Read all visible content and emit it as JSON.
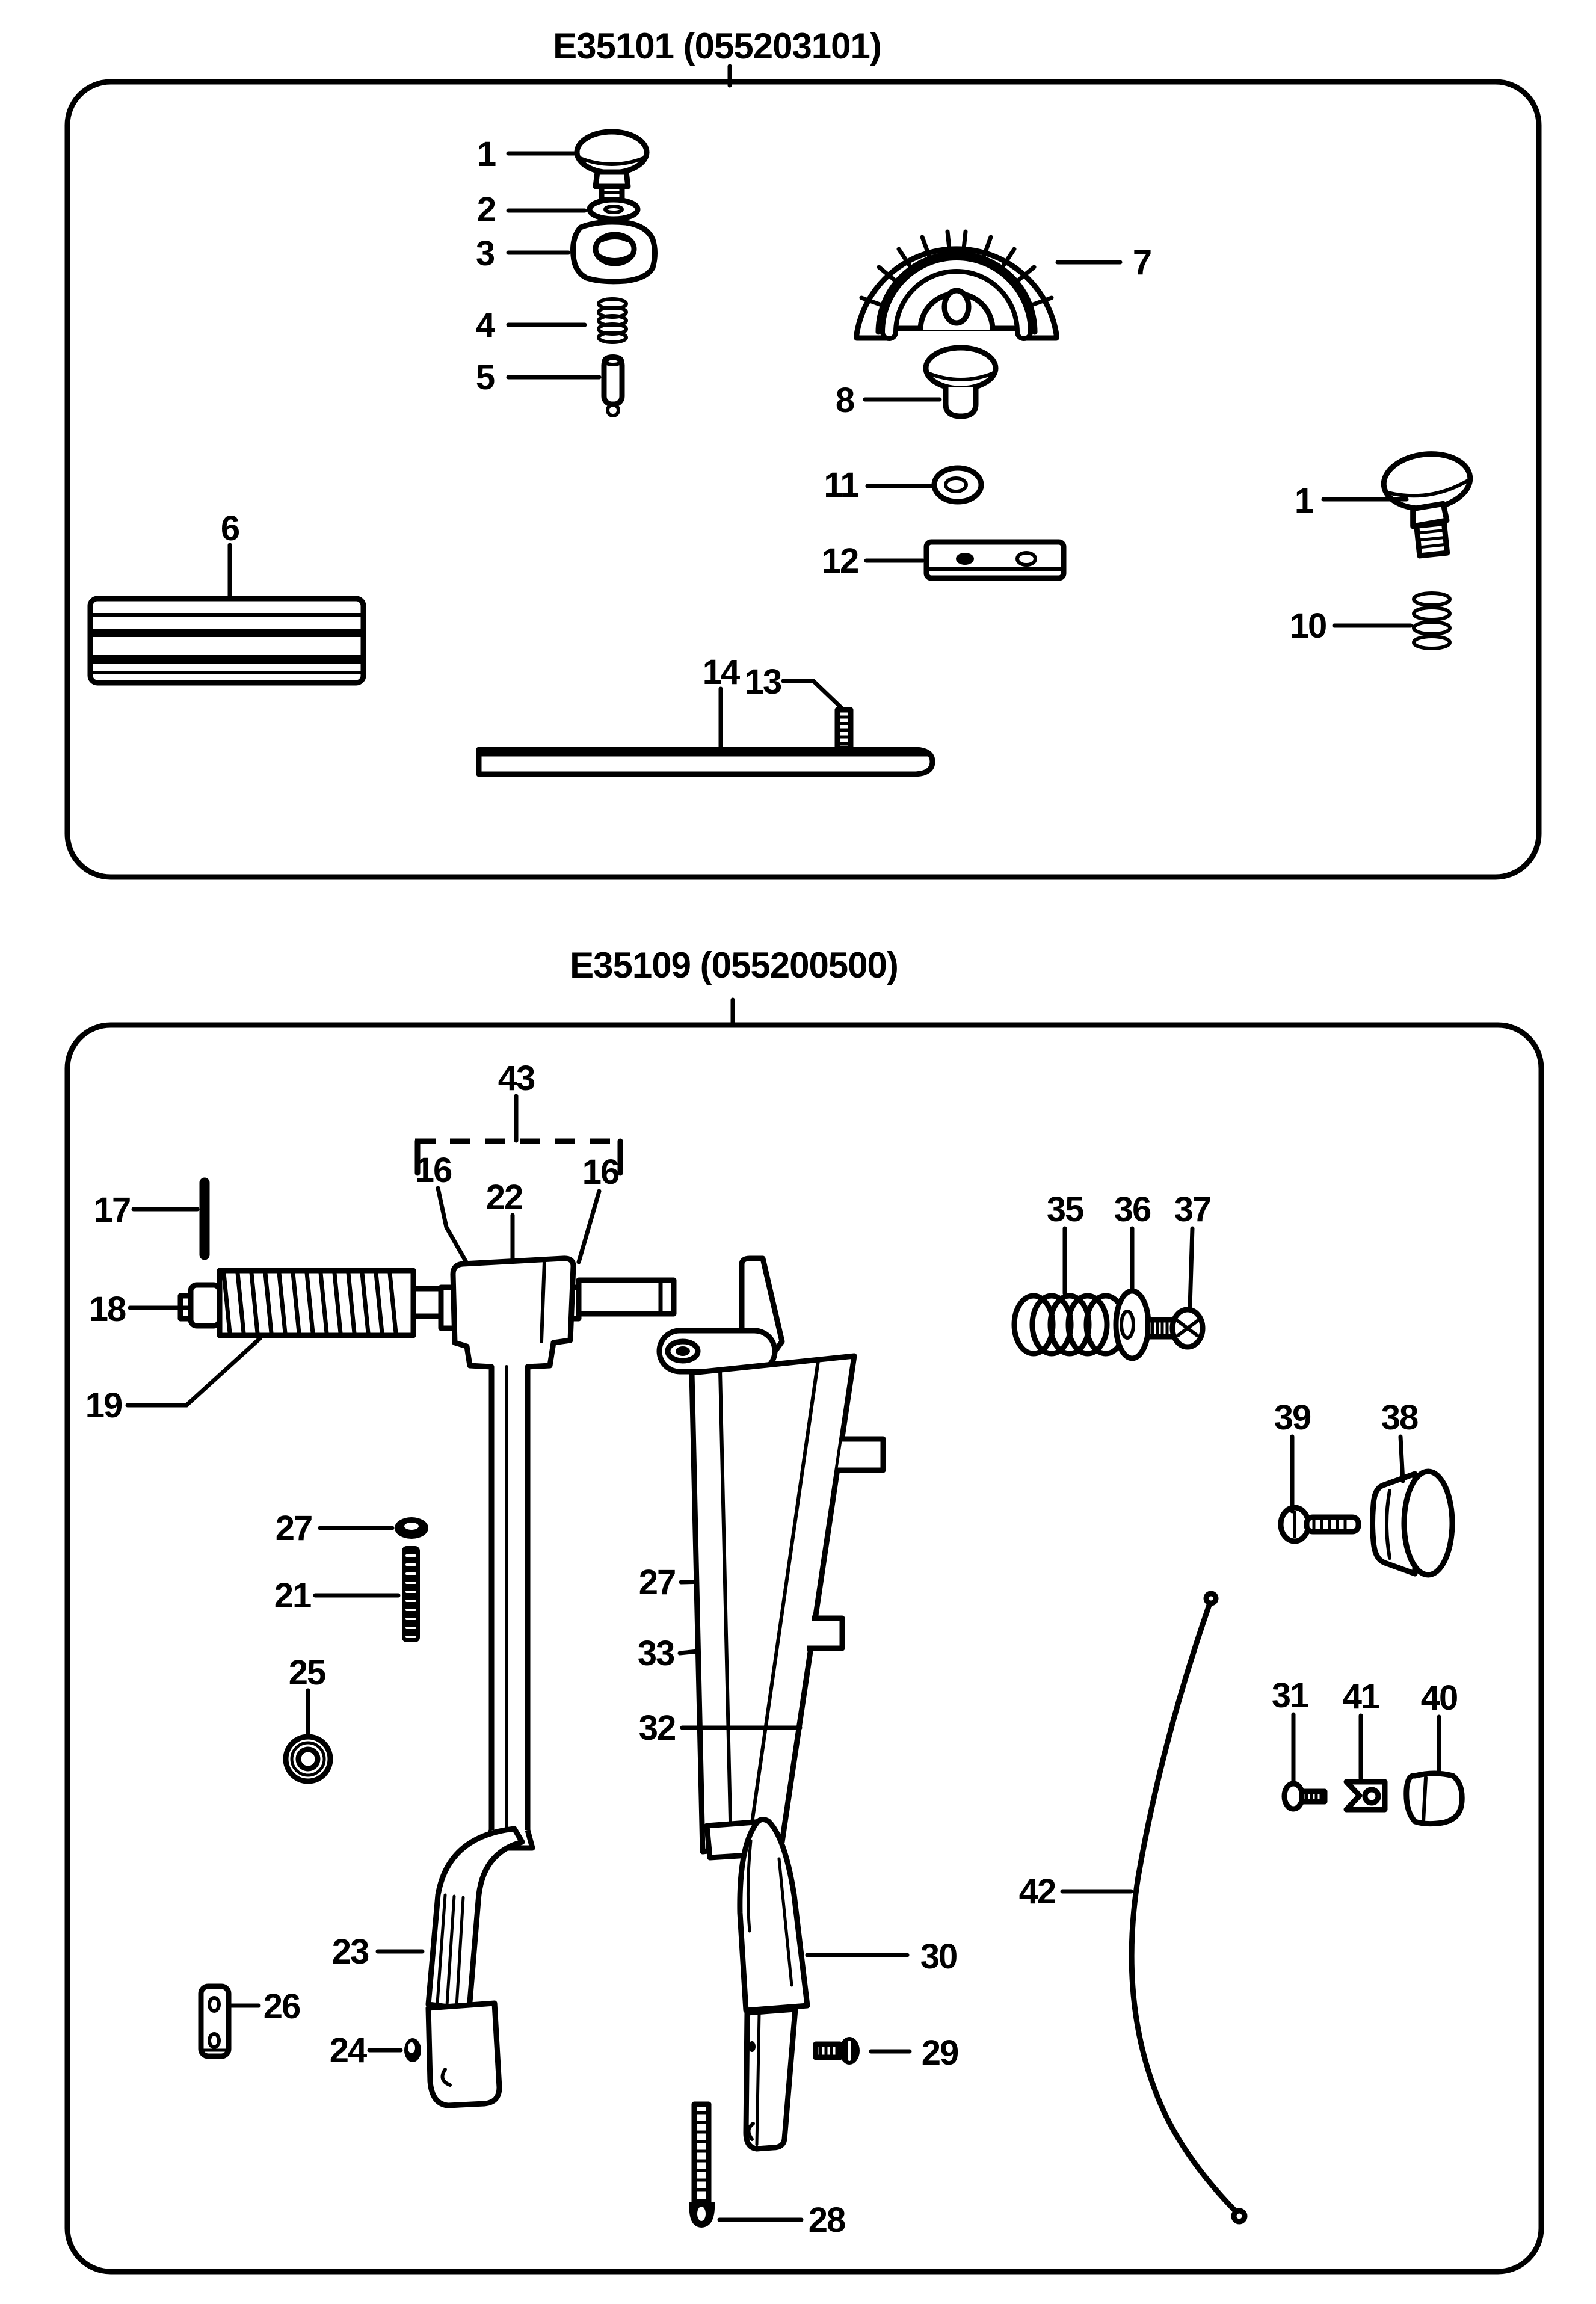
{
  "figure": {
    "background": "#ffffff",
    "ink": "#000000"
  },
  "panels": [
    {
      "title": "E35101 (055203101)",
      "callouts": [
        {
          "num": "1"
        },
        {
          "num": "2"
        },
        {
          "num": "3"
        },
        {
          "num": "4"
        },
        {
          "num": "5"
        },
        {
          "num": "6"
        },
        {
          "num": "7"
        },
        {
          "num": "8"
        },
        {
          "num": "11"
        },
        {
          "num": "12"
        },
        {
          "num": "1"
        },
        {
          "num": "10"
        },
        {
          "num": "13"
        },
        {
          "num": "14"
        }
      ]
    },
    {
      "title": "E35109 (055200500)",
      "callouts": [
        {
          "num": "43"
        },
        {
          "num": "16"
        },
        {
          "num": "22"
        },
        {
          "num": "16"
        },
        {
          "num": "17"
        },
        {
          "num": "18"
        },
        {
          "num": "19"
        },
        {
          "num": "35"
        },
        {
          "num": "36"
        },
        {
          "num": "37"
        },
        {
          "num": "39"
        },
        {
          "num": "38"
        },
        {
          "num": "27"
        },
        {
          "num": "21"
        },
        {
          "num": "25"
        },
        {
          "num": "27"
        },
        {
          "num": "33"
        },
        {
          "num": "32"
        },
        {
          "num": "31"
        },
        {
          "num": "41"
        },
        {
          "num": "40"
        },
        {
          "num": "42"
        },
        {
          "num": "23"
        },
        {
          "num": "26"
        },
        {
          "num": "24"
        },
        {
          "num": "30"
        },
        {
          "num": "29"
        },
        {
          "num": "28"
        }
      ]
    }
  ]
}
